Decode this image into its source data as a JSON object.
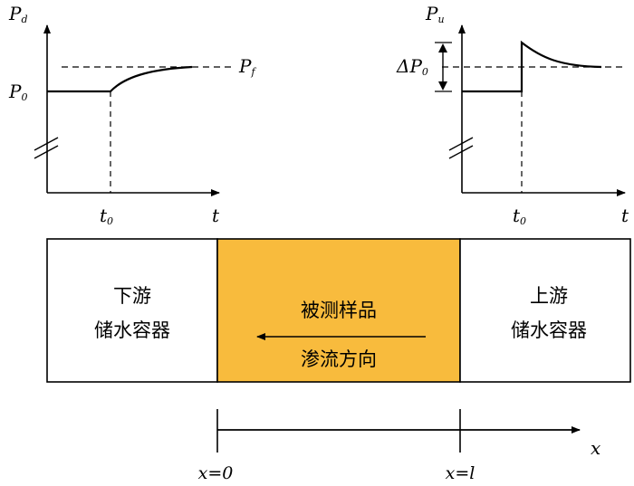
{
  "left_plot": {
    "y_label_main": "P",
    "y_label_sub": "d",
    "level_main": "P",
    "level_sub": "0",
    "final_main": "P",
    "final_sub": "f",
    "t0_main": "t",
    "t0_sub": "0",
    "t_label": "t"
  },
  "right_plot": {
    "y_label_main": "P",
    "y_label_sub": "u",
    "delta_prefix": "ΔP",
    "delta_sub": "0",
    "t0_main": "t",
    "t0_sub": "0",
    "t_label": "t"
  },
  "containers": {
    "downstream_line1": "下游",
    "downstream_line2": "储水容器",
    "sample_line1": "被测样品",
    "sample_line2": "渗流方向",
    "upstream_line1": "上游",
    "upstream_line2": "储水容器"
  },
  "colors": {
    "sample_fill": "#F8BB3D",
    "stroke": "#000000"
  },
  "axis": {
    "x_label": "x",
    "x0_label": "x=0",
    "xl_label": "x=l"
  }
}
